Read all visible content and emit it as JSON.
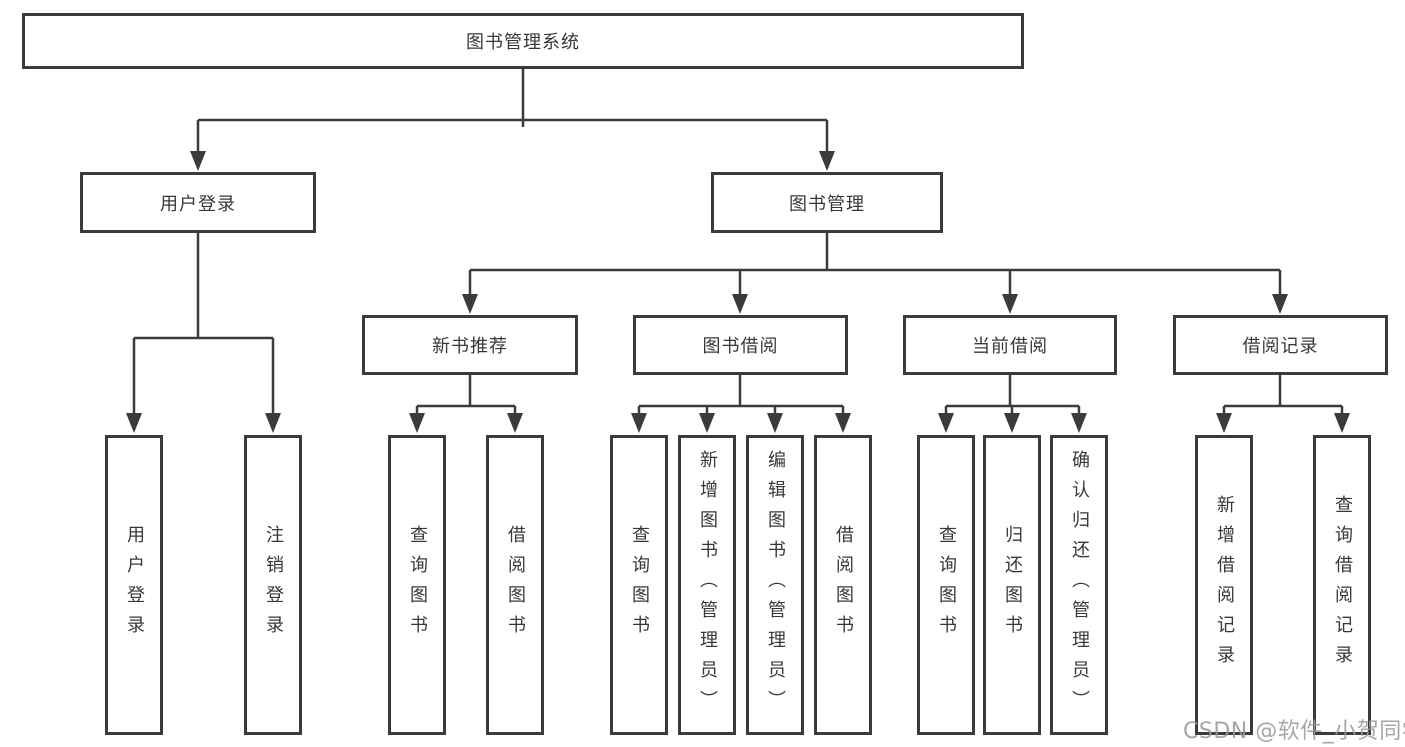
{
  "diagram": {
    "root": {
      "label": "图书管理系统"
    },
    "branches": [
      {
        "label": "用户登录",
        "children": [
          {
            "label": "用户登录"
          },
          {
            "label": "注销登录"
          }
        ]
      },
      {
        "label": "图书管理",
        "children": [
          {
            "label": "新书推荐",
            "children": [
              {
                "label": "查询图书"
              },
              {
                "label": "借阅图书"
              }
            ]
          },
          {
            "label": "图书借阅",
            "children": [
              {
                "label": "查询图书"
              },
              {
                "label": "新增图书（管理员）"
              },
              {
                "label": "编辑图书（管理员）"
              },
              {
                "label": "借阅图书"
              }
            ]
          },
          {
            "label": "当前借阅",
            "children": [
              {
                "label": "查询图书"
              },
              {
                "label": "归还图书"
              },
              {
                "label": "确认归还（管理员）"
              }
            ]
          },
          {
            "label": "借阅记录",
            "children": [
              {
                "label": "新增借阅记录"
              },
              {
                "label": "查询借阅记录"
              }
            ]
          }
        ]
      }
    ]
  },
  "watermark": {
    "text": "CSDN @软件_小贺同学",
    "color": "#9a9a9a"
  },
  "colors": {
    "background": "#ffffff",
    "line": "#3b3b3b",
    "text": "#383838",
    "box_fill": "#ffffff"
  }
}
